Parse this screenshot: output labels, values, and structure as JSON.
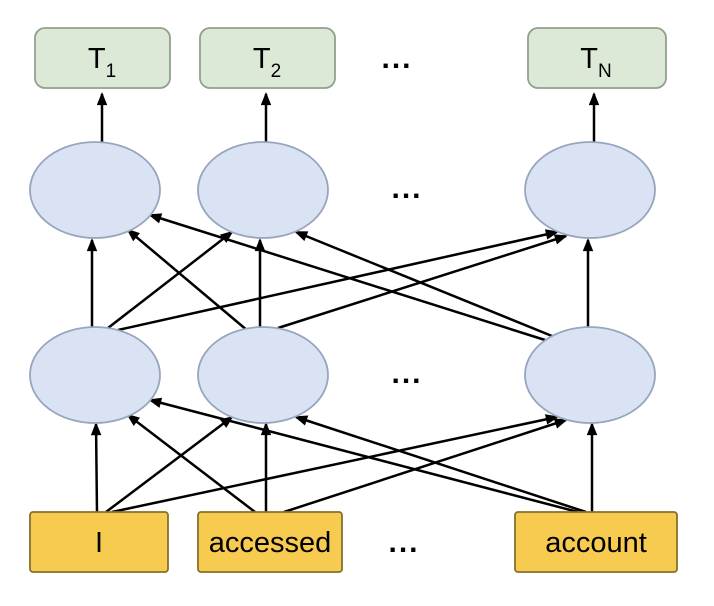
{
  "output_layer": {
    "boxes": [
      {
        "label": "T",
        "sub": "1"
      },
      {
        "label": "T",
        "sub": "2"
      },
      {
        "label": "T",
        "sub": "N"
      }
    ],
    "ellipsis": "..."
  },
  "hidden_layer_2": {
    "ellipsis": "..."
  },
  "hidden_layer_1": {
    "ellipsis": "..."
  },
  "input_layer": {
    "boxes": [
      {
        "label": "I"
      },
      {
        "label": "accessed"
      },
      {
        "label": "account"
      }
    ],
    "ellipsis": "..."
  },
  "colors": {
    "output_fill": "#dce9d6",
    "output_stroke": "#93a08d",
    "hidden_fill": "#dae3f3",
    "hidden_stroke": "#97a5bd",
    "input_fill": "#f7ca50",
    "input_stroke": "#85702c",
    "arrow": "#000000"
  }
}
